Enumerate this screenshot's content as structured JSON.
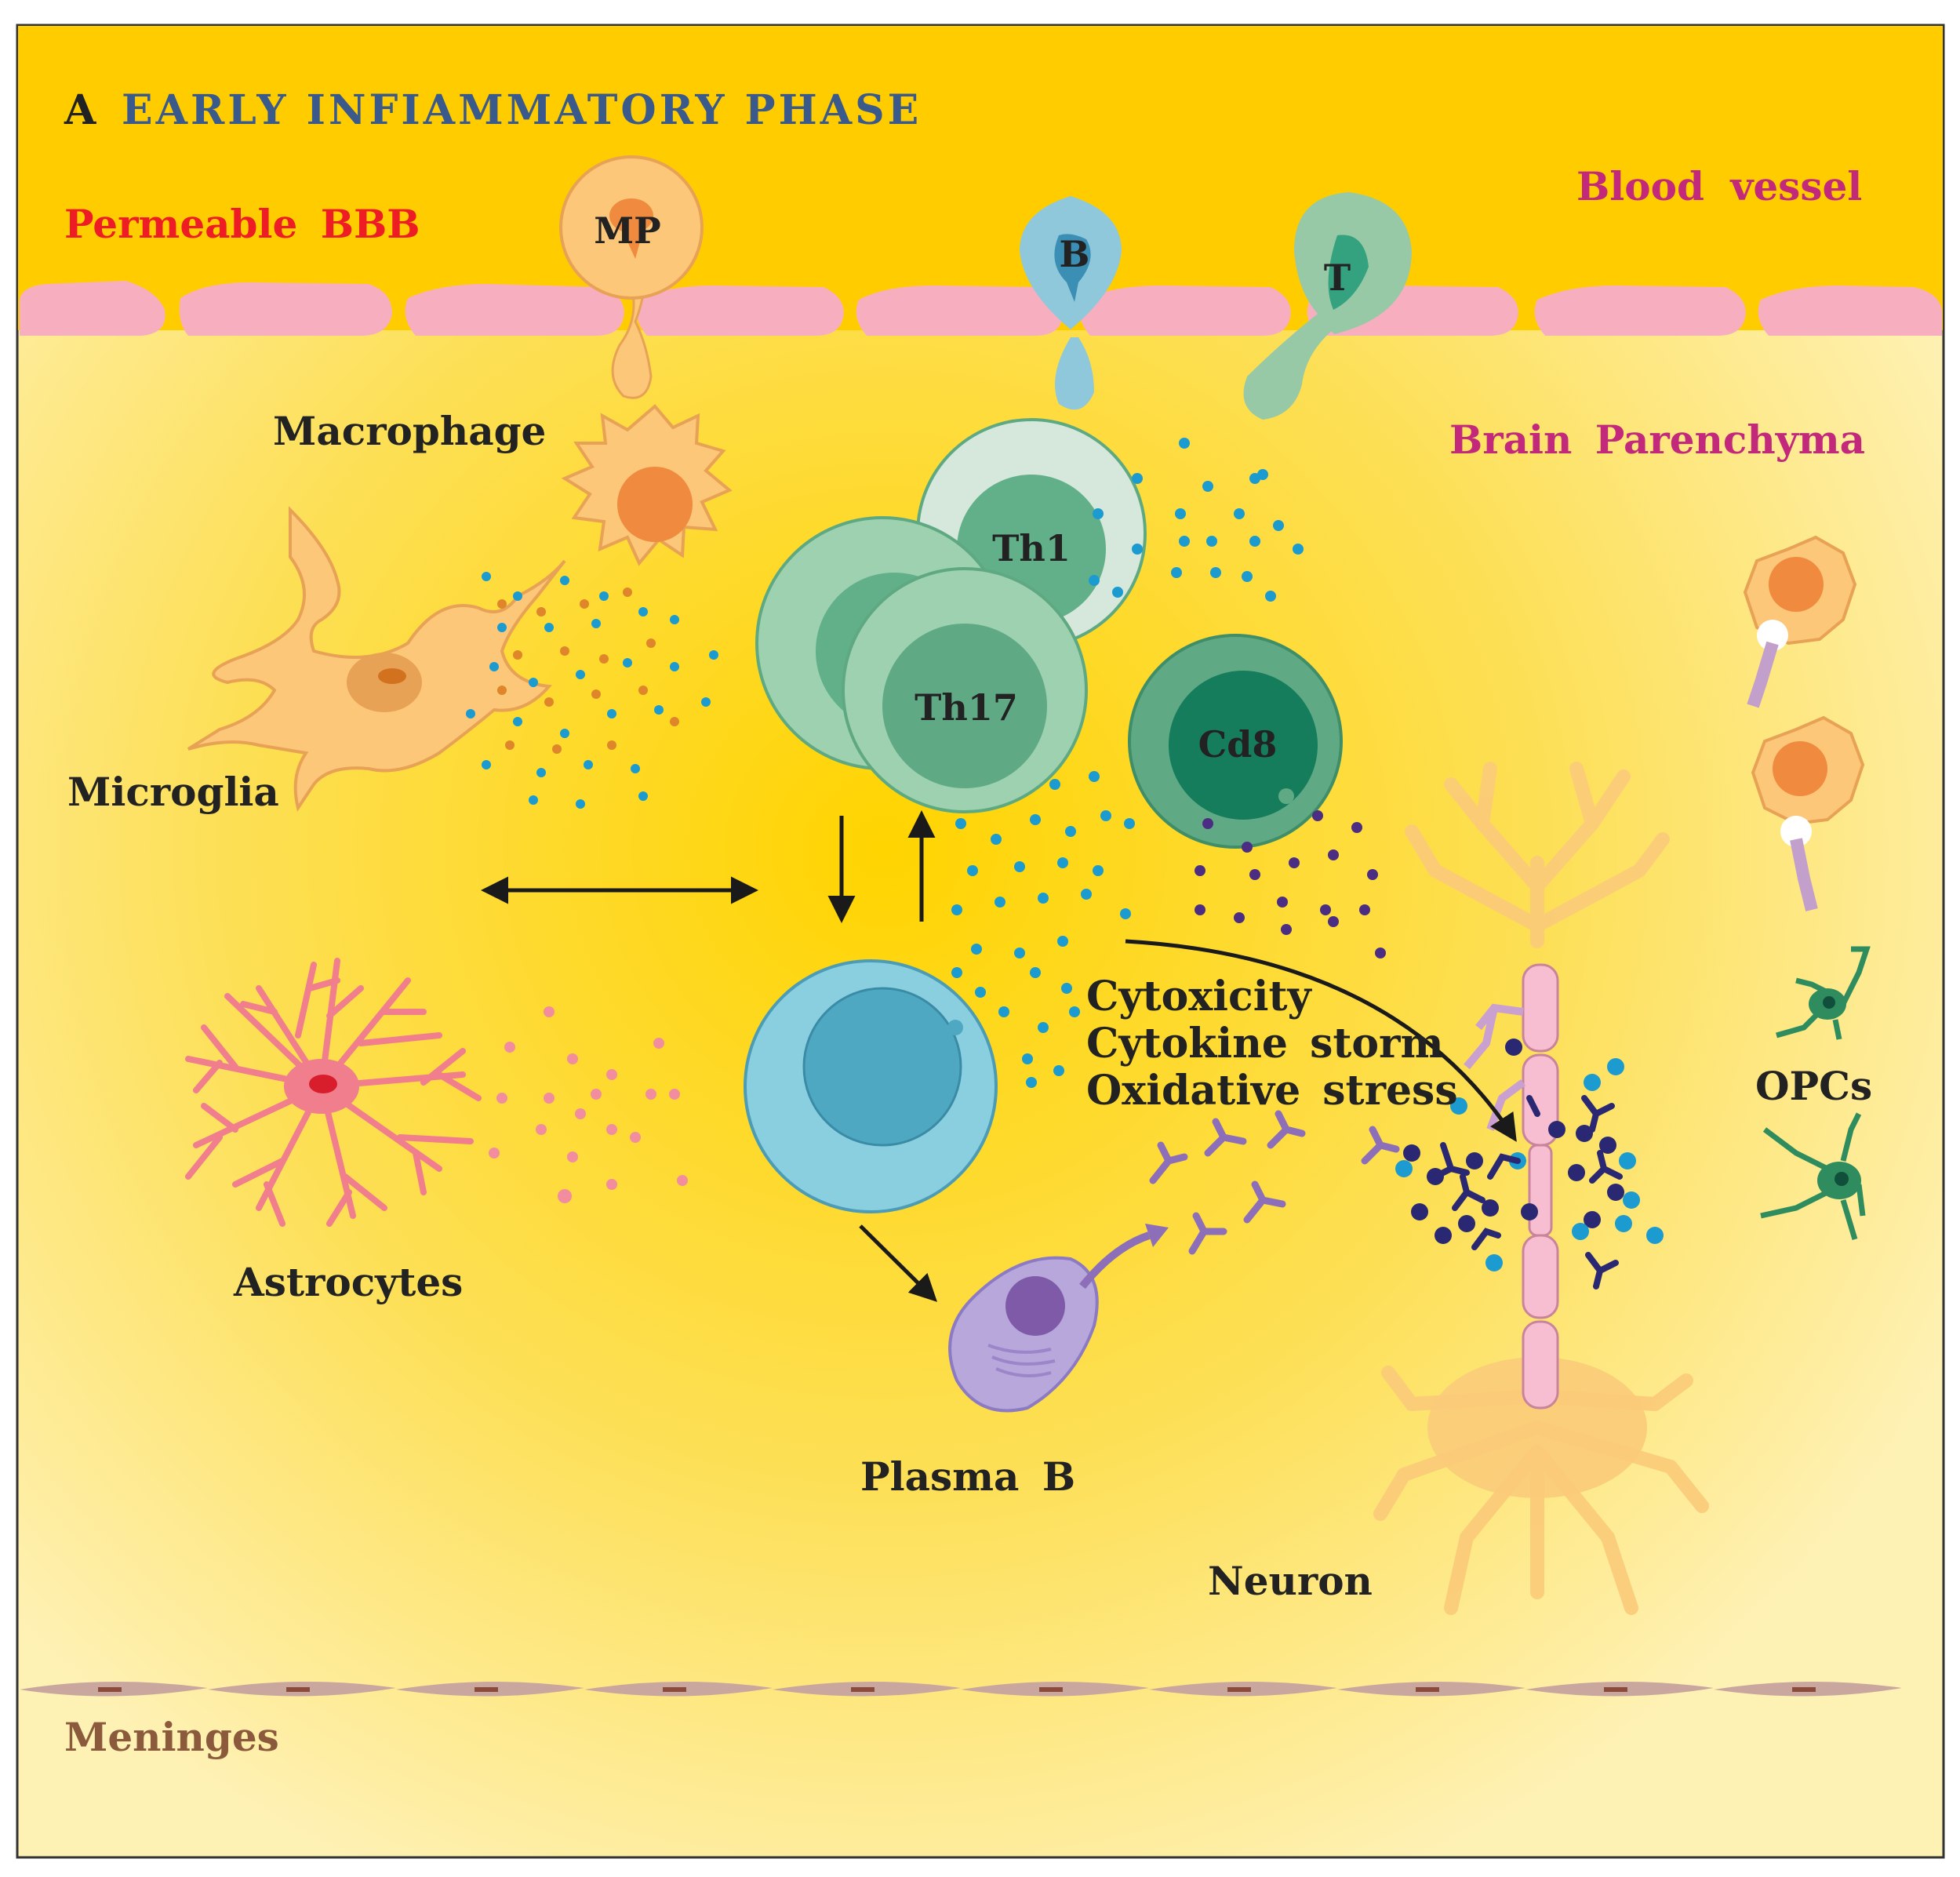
{
  "panel": {
    "letter": "A",
    "title": "EARLY INFIAMMATORY PHASE"
  },
  "regions": {
    "blood_vessel": "Blood vessel",
    "permeable_bbb": "Permeable BBB",
    "brain_parenchyma": "Brain Parenchyma",
    "meninges": "Meninges"
  },
  "cells": {
    "mp": "MP",
    "b": "B",
    "t": "T",
    "macrophage": "Macrophage",
    "microglia": "Microglia",
    "th1": "Th1",
    "th17": "Th17",
    "cd8": "Cd8",
    "astrocytes": "Astrocytes",
    "plasma_b": "Plasma B",
    "neuron": "Neuron",
    "opcs": "OPCs"
  },
  "effects": {
    "line1": "Cytoxicity",
    "line2": "Cytokine storm",
    "line3": "Oxidative stress"
  },
  "colors": {
    "blood": "#FFCC00",
    "parenchyma": "#FDE88A",
    "endothelium": "#F7AFC0",
    "meninges": "#C9A79F",
    "title_blue": "#3B5A8C",
    "bbb_red": "#EE1C25",
    "magenta": "#C2297A",
    "meninges_text": "#8B5A3C",
    "cytokine_blue": "#1B9BD0",
    "cytokine_orange": "#E0862A",
    "cytokine_purple": "#4B2E83",
    "cytokine_pink": "#F28DA0"
  }
}
